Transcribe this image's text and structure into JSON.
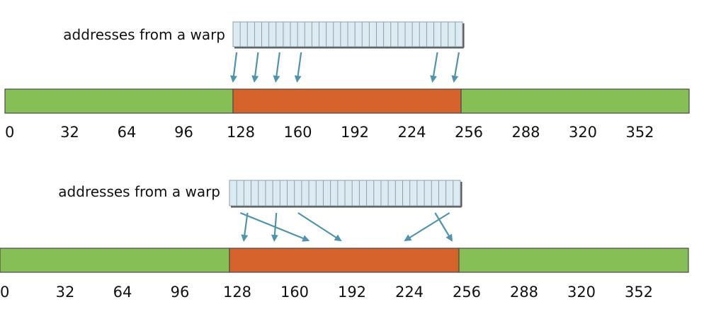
{
  "colors": {
    "segment_other": "#85bf55",
    "segment_accessed": "#d6632c",
    "segment_border": "#4a4a4a",
    "warp_fill": "#dcebf2",
    "warp_stripe": "#8d9fab",
    "arrow": "#4f93ad",
    "text": "#111111"
  },
  "diagrams": [
    {
      "id": "coalesced",
      "label": "addresses from a warp",
      "warp_slots": 32,
      "address_ticks": [
        "0",
        "32",
        "64",
        "96",
        "128",
        "160",
        "192",
        "224",
        "256",
        "288",
        "320",
        "352"
      ],
      "segments": [
        {
          "state": "other",
          "from": 0,
          "to": 128
        },
        {
          "state": "accessed",
          "from": 128,
          "to": 256
        },
        {
          "state": "other",
          "from": 256,
          "to": 384
        }
      ],
      "arrows": [
        {
          "from_thread": 0,
          "to_address": 128
        },
        {
          "from_thread": 3,
          "to_address": 140
        },
        {
          "from_thread": 6,
          "to_address": 152
        },
        {
          "from_thread": 9,
          "to_address": 164
        },
        {
          "from_thread": 28,
          "to_address": 240
        },
        {
          "from_thread": 31,
          "to_address": 252
        }
      ]
    },
    {
      "id": "permuted",
      "label": "addresses from a warp",
      "warp_slots": 32,
      "address_ticks": [
        "0",
        "32",
        "64",
        "96",
        "128",
        "160",
        "192",
        "224",
        "256",
        "288",
        "320",
        "352"
      ],
      "segments": [
        {
          "state": "other",
          "from": 0,
          "to": 128
        },
        {
          "state": "accessed",
          "from": 128,
          "to": 256
        },
        {
          "state": "other",
          "from": 256,
          "to": 384
        }
      ],
      "arrows": [
        {
          "from_thread": 2,
          "to_address": 136
        },
        {
          "from_thread": 1,
          "to_address": 172
        },
        {
          "from_thread": 6,
          "to_address": 153
        },
        {
          "from_thread": 9,
          "to_address": 190
        },
        {
          "from_thread": 30,
          "to_address": 226
        },
        {
          "from_thread": 28,
          "to_address": 252
        }
      ]
    }
  ]
}
